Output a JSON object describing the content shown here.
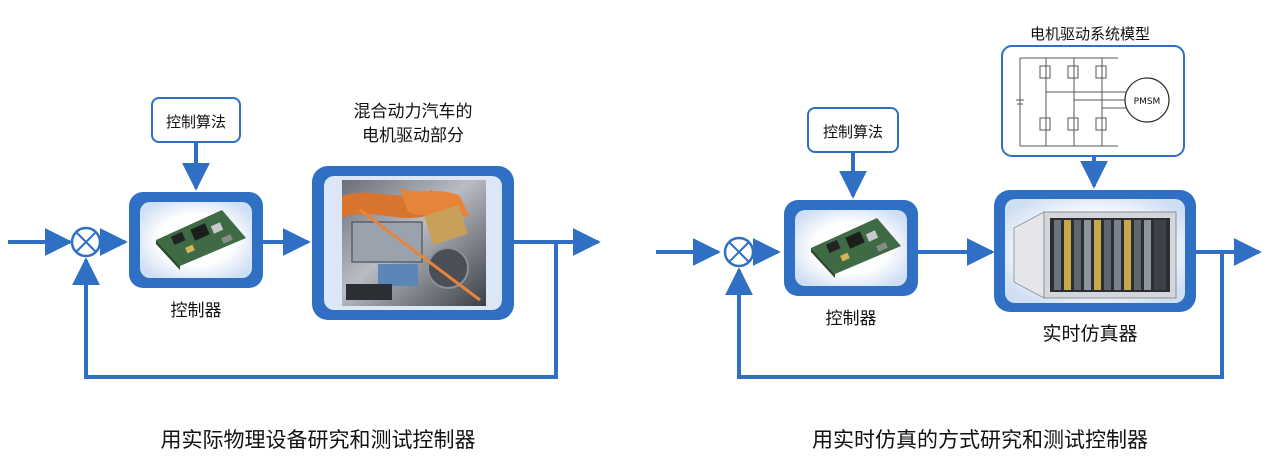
{
  "colors": {
    "line": "#2f6fc4",
    "block_blue": "#2f6fc4",
    "block_glow": "#dbe7f6",
    "text": "#111111",
    "board_green": "#3f6b44"
  },
  "left": {
    "algorithm_label": "控制算法",
    "controller_label": "控制器",
    "plant_label_line1": "混合动力汽车的",
    "plant_label_line2": "电机驱动部分",
    "caption": "用实际物理设备研究和测试控制器"
  },
  "right": {
    "model_title": "电机驱动系统模型",
    "pmsm_label": "PMSM",
    "algorithm_label": "控制算法",
    "controller_label": "控制器",
    "simulator_label": "实时仿真器",
    "caption": "用实时仿真的方式研究和测试控制器"
  },
  "icons": {
    "summing_junction": "summing-junction-icon",
    "controller_board": "circuit-board-icon",
    "hev_motor_photo": "motor-assembly-icon",
    "inverter_schematic": "inverter-circuit-icon",
    "pxi_chassis": "pxi-chassis-icon"
  }
}
